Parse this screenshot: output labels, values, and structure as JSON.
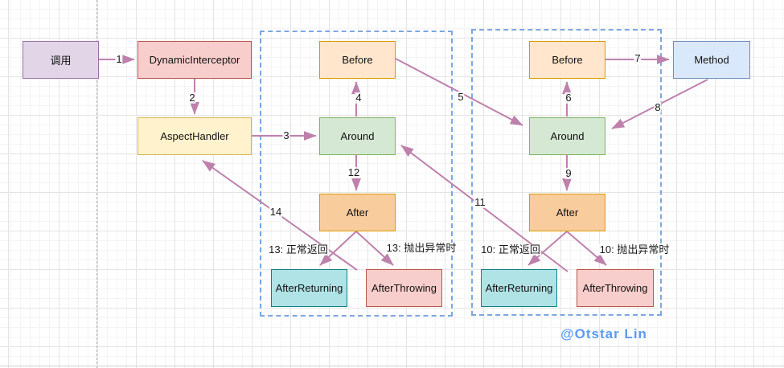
{
  "diagram": {
    "nodes": {
      "call": {
        "label": "调用"
      },
      "dynamic_interceptor": {
        "label": "DynamicInterceptor"
      },
      "aspect_handler": {
        "label": "AspectHandler"
      },
      "before_1": {
        "label": "Before"
      },
      "around_1": {
        "label": "Around"
      },
      "after_1": {
        "label": "After"
      },
      "after_returning_1": {
        "label": "AfterReturning"
      },
      "after_throwing_1": {
        "label": "AfterThrowing"
      },
      "before_2": {
        "label": "Before"
      },
      "around_2": {
        "label": "Around"
      },
      "after_2": {
        "label": "After"
      },
      "after_returning_2": {
        "label": "AfterReturning"
      },
      "after_throwing_2": {
        "label": "AfterThrowing"
      },
      "method": {
        "label": "Method"
      }
    },
    "edge_labels": {
      "e1": "1",
      "e2": "2",
      "e3": "3",
      "e4": "4",
      "e5": "5",
      "e6": "6",
      "e7": "7",
      "e8": "8",
      "e9": "9",
      "e10_return": "10: 正常返回",
      "e10_throw": "10: 抛出异常时",
      "e11": "11",
      "e12": "12",
      "e13_return": "13: 正常返回",
      "e13_throw": "13: 抛出异常时",
      "e14": "14"
    },
    "watermark": "@Otstar Lin",
    "colors": {
      "arrow": "#bd81ac",
      "group_border": "#7ea6e0",
      "purple_fill": "#e1d5e7",
      "purple_border": "#9673a6",
      "red_fill": "#f8cecc",
      "red_border": "#b85450",
      "yellow_fill": "#fff2cc",
      "yellow_border": "#d6b656",
      "orange_fill": "#ffe6cc",
      "orange_border": "#d79b00",
      "deep_orange_fill": "#f9cc9d",
      "green_fill": "#d5e8d4",
      "green_border": "#82b366",
      "cyan_fill": "#b0e3e6",
      "cyan_border": "#0e8088",
      "blue_fill": "#dae8fc",
      "blue_border": "#6c8ebf",
      "watermark_color": "#5b9bf2"
    }
  }
}
